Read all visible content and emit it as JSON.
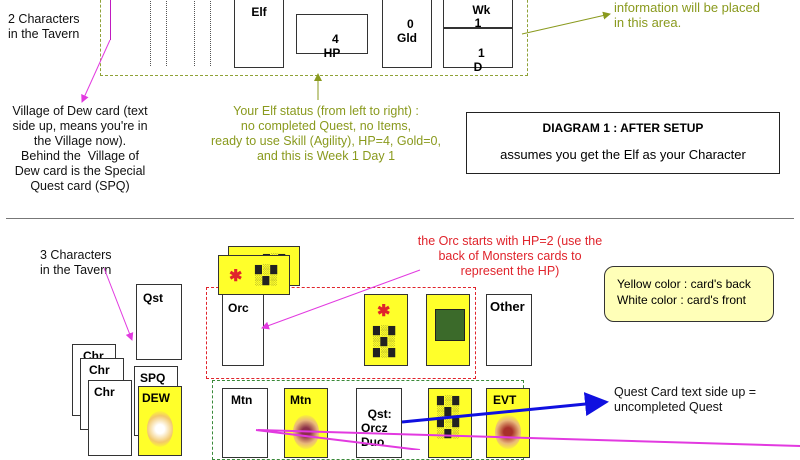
{
  "top": {
    "tavern_label": "2 Characters\nin the Tavern",
    "card_elf": "Elf",
    "card_hp": "4\nHP",
    "card_gold": "0\nGld",
    "card_week": "Wk\n1",
    "card_day": "1\nD",
    "info_note": "information will be placed\nin this area.",
    "village_note": "Village of Dew card (text\nside up, means you're in\nthe Village now).\nBehind the  Village of\nDew card is the Special\nQuest card (SPQ)",
    "status_note": "Your Elf status (from left to right) :\nno completed Quest, no Items,\nready to use Skill (Agility), HP=4, Gold=0,\nand this is Week 1 Day 1",
    "diagram_title": "DIAGRAM 1 : AFTER SETUP",
    "diagram_sub": "assumes you get the Elf as your Character"
  },
  "bottom": {
    "tavern_label": "3 Characters\nin the Tavern",
    "orc_note": "the Orc starts with HP=2 (use the\nback of Monsters cards to\nrepresent the HP)",
    "legend_yellow": "Yellow color : card's back",
    "legend_white": "White color : card's front",
    "card_qst": "Qst",
    "card_orc": "Orc",
    "card_other": "Other",
    "card_chr": "Chr",
    "card_spq": "SPQ",
    "card_dew": "DEW",
    "card_mtn": "Mtn",
    "card_mtn2": "Mtn",
    "card_quest": "Qst:\nOrcz\nDuo",
    "card_evt": "EVT",
    "quest_note": "Quest Card text side up =\nuncompleted Quest"
  },
  "colors": {
    "olive": "#8a9a1e",
    "red": "#e0242c",
    "magenta": "#e23ae0",
    "blue": "#1010e0",
    "yellow": "#ffff2a"
  }
}
